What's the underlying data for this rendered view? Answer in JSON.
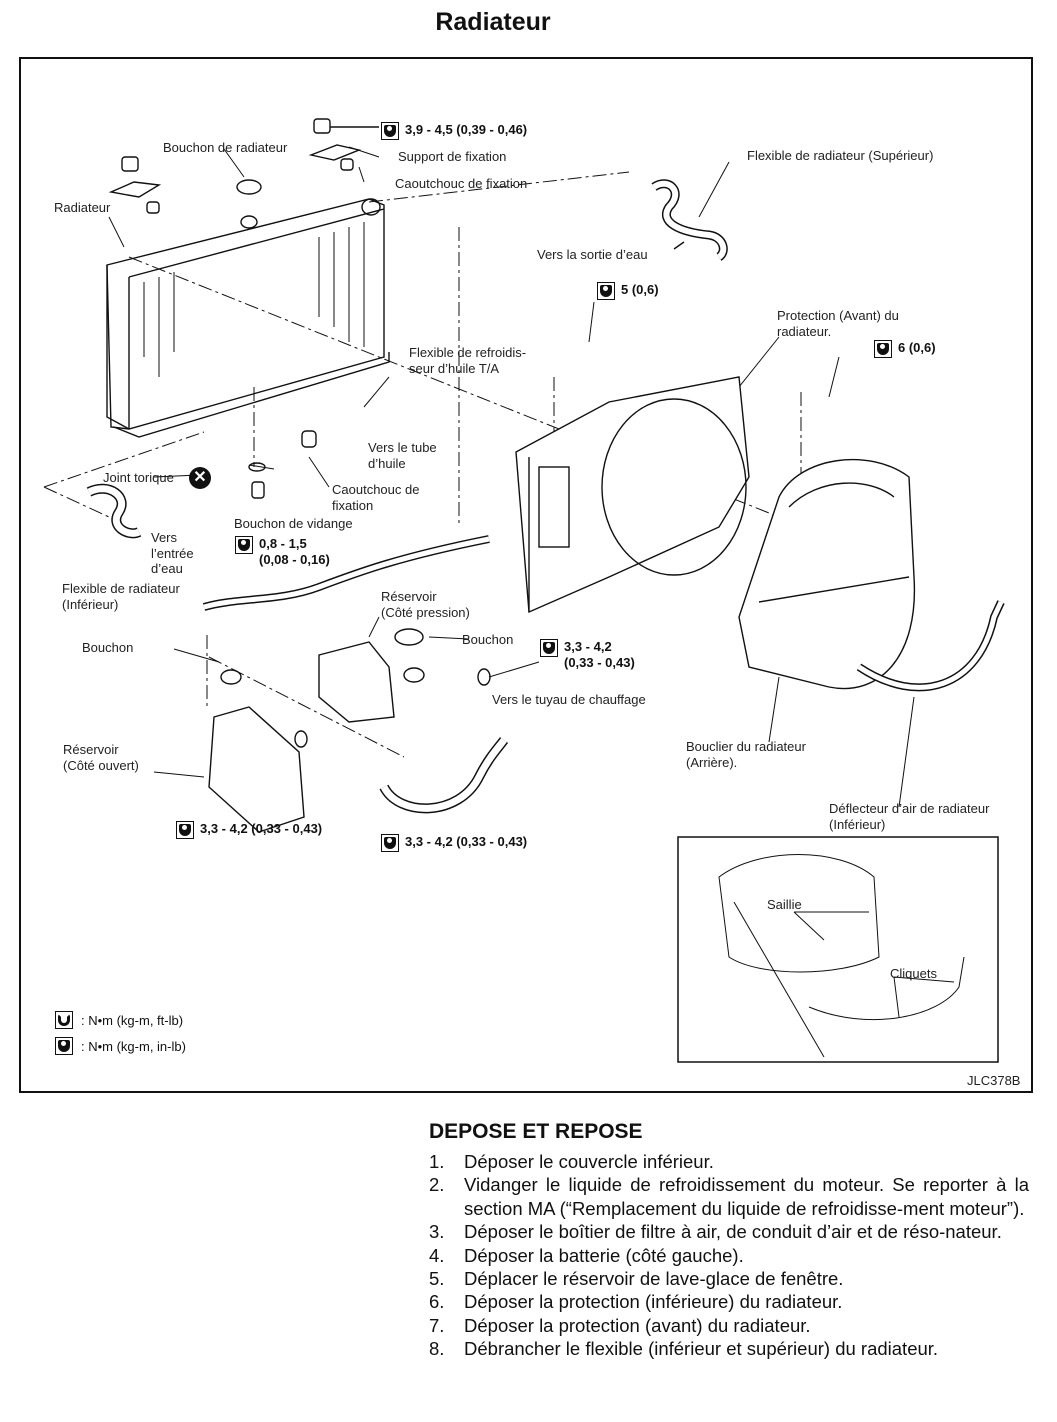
{
  "page_title": "Radiateur",
  "diagram": {
    "figure_code": "JLC378B",
    "labels": {
      "bouchon_radiateur": "Bouchon de radiateur",
      "radiateur": "Radiateur",
      "support_fixation": "Support de fixation",
      "caoutchouc_fixation_top": "Caoutchouc de fixation",
      "flexible_superieur": "Flexible de radiateur (Supérieur)",
      "vers_sortie_eau": "Vers la sortie d’eau",
      "protection_avant": "Protection (Avant) du",
      "protection_avant_2": "radiateur.",
      "flexible_refroidisseur": "Flexible de refroidis-",
      "flexible_refroidisseur_2": "seur d’huile T/A",
      "vers_tube_huile": "Vers le tube",
      "vers_tube_huile_2": "d’huile",
      "joint_torique": "Joint torique",
      "caoutchouc_fixation_bottom": "Caoutchouc de",
      "caoutchouc_fixation_bottom_2": "fixation",
      "bouchon_vidange": "Bouchon de vidange",
      "vers_entree_eau": "Vers",
      "vers_entree_eau_2": "l’entrée",
      "vers_entree_eau_3": "d’eau",
      "flexible_inferieur": "Flexible de radiateur",
      "flexible_inferieur_2": "(Inférieur)",
      "reservoir_pression": "Réservoir",
      "reservoir_pression_2": "(Côté pression)",
      "bouchon_right": "Bouchon",
      "bouchon_left": "Bouchon",
      "vers_tuyau_chauffage": "Vers le tuyau de chauffage",
      "reservoir_ouvert": "Réservoir",
      "reservoir_ouvert_2": "(Côté ouvert)",
      "bouclier": "Bouclier du radiateur",
      "bouclier_2": "(Arrière).",
      "deflecteur": "Déflecteur d’air de radiateur",
      "deflecteur_2": "(Inférieur)",
      "saillie": "Saillie",
      "cliquets": "Cliquets"
    },
    "torques": {
      "support_nut": "3,9 - 4,5 (0,39 - 0,46)",
      "bolt_5": "5 (0,6)",
      "bolt_6": "6 (0,6)",
      "drain_plug": "0,8 - 1,5",
      "drain_plug_2": "(0,08 - 0,16)",
      "reservoir_nut": "3,3 - 4,2",
      "reservoir_nut_2": "(0,33 - 0,43)",
      "reservoir_left": "3,3 - 4,2 (0,33 - 0,43)",
      "reservoir_bolt": "3,3 - 4,2 (0,33 - 0,43)"
    },
    "legend": [
      {
        "icon": "torque-wrench-outline-icon",
        "text": ": N•m  (kg-m,  ft-lb)"
      },
      {
        "icon": "torque-wrench-filled-icon",
        "text": ": N•m  (kg-m,  in-lb)"
      }
    ]
  },
  "procedure": {
    "heading": "DEPOSE ET REPOSE",
    "steps": [
      {
        "n": "1.",
        "text": "Déposer le couvercle inférieur."
      },
      {
        "n": "2.",
        "text": "Vidanger le liquide de refroidissement du moteur. Se reporter à la section MA (“Remplacement du liquide de refroidisse-ment moteur”)."
      },
      {
        "n": "3.",
        "text": "Déposer le boîtier de filtre à air, de conduit d’air et de réso-nateur."
      },
      {
        "n": "4.",
        "text": "Déposer la batterie (côté gauche)."
      },
      {
        "n": "5.",
        "text": "Déplacer le réservoir de lave-glace de fenêtre."
      },
      {
        "n": "6.",
        "text": "Déposer la protection (inférieure) du radiateur."
      },
      {
        "n": "7.",
        "text": "Déposer la protection (avant) du radiateur."
      },
      {
        "n": "8.",
        "text": "Débrancher le flexible (inférieur et supérieur) du radiateur."
      }
    ]
  }
}
